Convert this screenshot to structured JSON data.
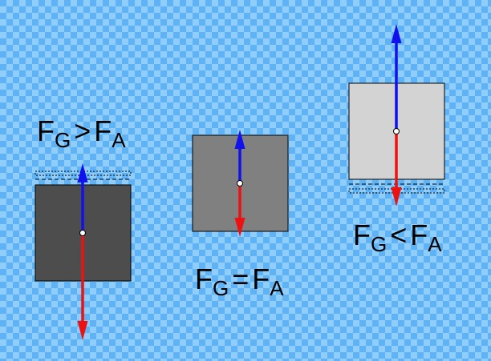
{
  "colors": {
    "water_light": "#8fcdfb",
    "water_dark": "#5fb3f5",
    "gravity_arrow": "#ee1111",
    "buoyancy_arrow": "#1111ee",
    "outline": "#000000"
  },
  "symbols": {
    "force": "F",
    "gravity_sub": "G",
    "buoyancy_sub": "A"
  },
  "cases": [
    {
      "id": "sinking",
      "relation": ">",
      "body_color": "#4d4d4d",
      "gravity_magnitude": 2.0,
      "buoyancy_magnitude": 1.3
    },
    {
      "id": "floating-balanced",
      "relation": "=",
      "body_color": "#808080",
      "gravity_magnitude": 1.0,
      "buoyancy_magnitude": 1.0
    },
    {
      "id": "rising",
      "relation": "<",
      "body_color": "#d3d3d3",
      "gravity_magnitude": 1.4,
      "buoyancy_magnitude": 2.0
    }
  ],
  "icons": [
    "force-gravity-arrow",
    "force-buoyancy-arrow"
  ]
}
